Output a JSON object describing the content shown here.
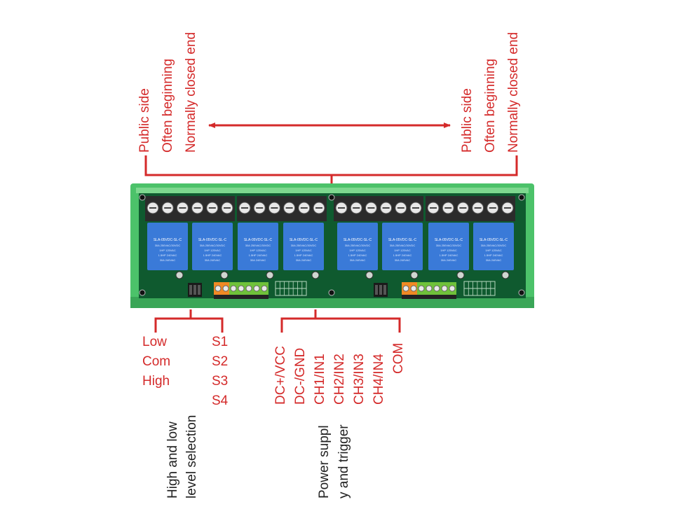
{
  "colors": {
    "annotation_red": "#d42a2a",
    "label_dark": "#222222",
    "pcb_green": "#0f5a2f",
    "din_rail_green": "#4cc26a",
    "relay_blue": "#3a7ad8",
    "terminal_black": "#2b2b2b",
    "terminal_orange": "#f08a24",
    "terminal_lime": "#6fc23a"
  },
  "top_left_labels": [
    "Public side",
    "Often beginning",
    "Normally closed end"
  ],
  "top_right_labels": [
    "Public side",
    "Often beginning",
    "Normally closed end"
  ],
  "arrow": {
    "type": "double-headed",
    "meaning": "relay output terminals span"
  },
  "board": {
    "relay_count": 8,
    "relay_model": "SLA-05VDC-SL-C",
    "relay_rating_lines": [
      "30A 250VAC/30VDC",
      "1HP 125VAC",
      "1.5HP 240VAC",
      "30A 240VAC"
    ],
    "screw_terminals_top": 24,
    "input_terminal_blocks": 2,
    "jumper_labels": [
      "Low",
      "Com",
      "High"
    ]
  },
  "jumper_legend": {
    "left": [
      "Low",
      "Com",
      "High"
    ],
    "right": [
      "S1",
      "S2",
      "S3",
      "S4"
    ],
    "caption_lines": [
      "High and low",
      "level selection"
    ]
  },
  "input_legend": {
    "pins": [
      "DC+/VCC",
      "DC-/GND",
      "CH1/IN1",
      "CH2/IN2",
      "CH3/IN3",
      "CH4/IN4",
      "COM"
    ],
    "caption_lines": [
      "Power suppl",
      "y and trigger"
    ]
  }
}
